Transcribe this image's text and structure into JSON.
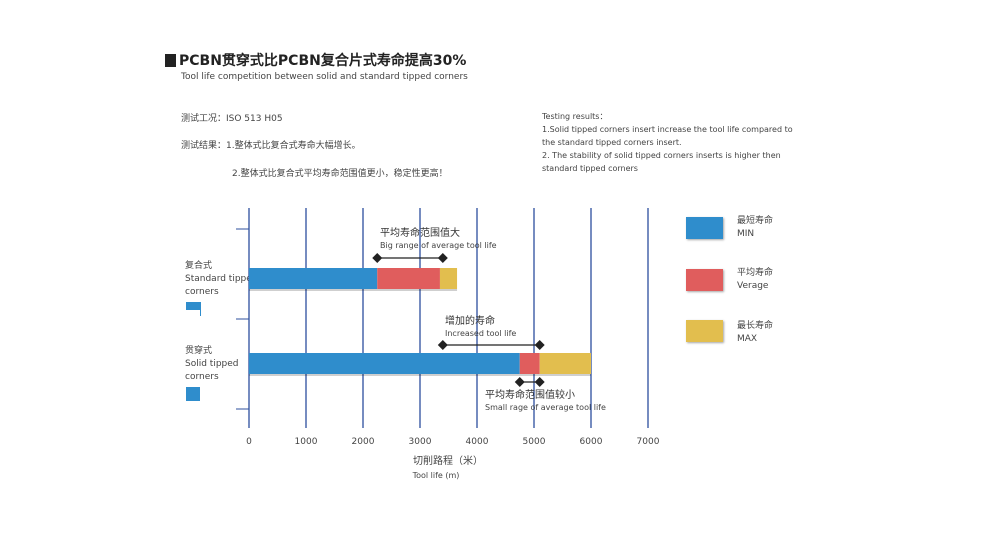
{
  "header": {
    "title": "PCBN贯穿式比PCBN复合片式寿命提高30%",
    "subtitle": "Tool life competition between solid and standard tipped corners"
  },
  "notes_cn": {
    "condition": "测试工况：ISO 513 H05",
    "result_1": "测试结果：1.整体式比复合式寿命大幅增长。",
    "result_2": "2.整体式比复合式平均寿命范围值更小，稳定性更高！"
  },
  "notes_en": {
    "heading": "Testing results：",
    "line_1": "1.Solid tipped corners insert  increase the tool life compared to",
    "line_2": "the standard tipped corners insert.",
    "line_3": "2. The stability of  solid tipped corners inserts is higher then",
    "line_4": "standard tipped corners"
  },
  "colors": {
    "min": "#2f8dcc",
    "avg": "#e05d5d",
    "max": "#e2be4e",
    "grid": "#2c4f9e"
  },
  "chart_data": {
    "type": "bar",
    "orientation": "horizontal",
    "stacked": true,
    "categories": [
      {
        "cn": "复合式",
        "en_1": "Standard tipped",
        "en_2": "corners"
      },
      {
        "cn": "贯穿式",
        "en_1": "Solid tipped",
        "en_2": "corners"
      }
    ],
    "series": [
      {
        "name": "最短寿命",
        "name_en": "MIN",
        "values": [
          2250,
          4750
        ],
        "color": "#2f8dcc"
      },
      {
        "name": "平均寿命",
        "name_en": "Verage",
        "values": [
          1100,
          350
        ],
        "color": "#e05d5d"
      },
      {
        "name": "最长寿命",
        "name_en": "MAX",
        "values": [
          300,
          900
        ],
        "color": "#e2be4e"
      }
    ],
    "xlim": [
      0,
      7000
    ],
    "xticks": [
      0,
      1000,
      2000,
      3000,
      4000,
      5000,
      6000,
      7000
    ],
    "xlabel": "切削路程（米）",
    "xlabel_en": "Tool life (m)",
    "grid": true,
    "legend_position": "right",
    "annotations": [
      {
        "text": "平均寿命范围值大",
        "text_en": "Big range of average tool life",
        "x_from": 2250,
        "x_to": 3400
      },
      {
        "text": "增加的寿命",
        "text_en": "Increased tool life",
        "x_from": 3400,
        "x_to": 5100
      },
      {
        "text": "平均寿命范围值较小",
        "text_en": "Small rage of average tool life",
        "x_from": 4750,
        "x_to": 5100
      }
    ]
  }
}
